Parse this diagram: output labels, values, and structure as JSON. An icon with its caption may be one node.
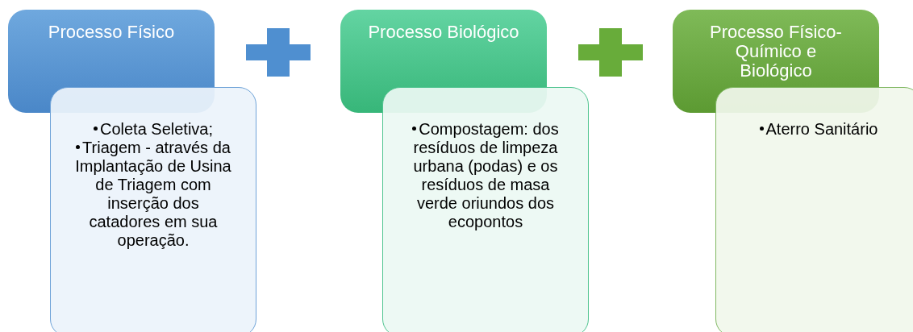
{
  "diagram": {
    "nodes": [
      {
        "text": [
          "Processo Físico"
        ]
      },
      {
        "text": [
          "Coleta Seletiva;",
          "Triagem - através da Implantação de Usina de Triagem com inserção dos catadores em sua operação."
        ]
      },
      {
        "text": [],
        "shape": "plus"
      },
      {
        "text": [
          "Processo Biológico"
        ]
      },
      {
        "text": [
          "Compostagem: dos resíduos de limpeza urbana (podas) e os resíduos de masa verde oriundos dos ecopontos"
        ]
      },
      {
        "text": [],
        "shape": "plus"
      },
      {
        "text": [
          "Processo Físico-Químico e Biológico"
        ]
      },
      {
        "text": [
          "Aterro Sanitário"
        ]
      }
    ],
    "edges": []
  }
}
